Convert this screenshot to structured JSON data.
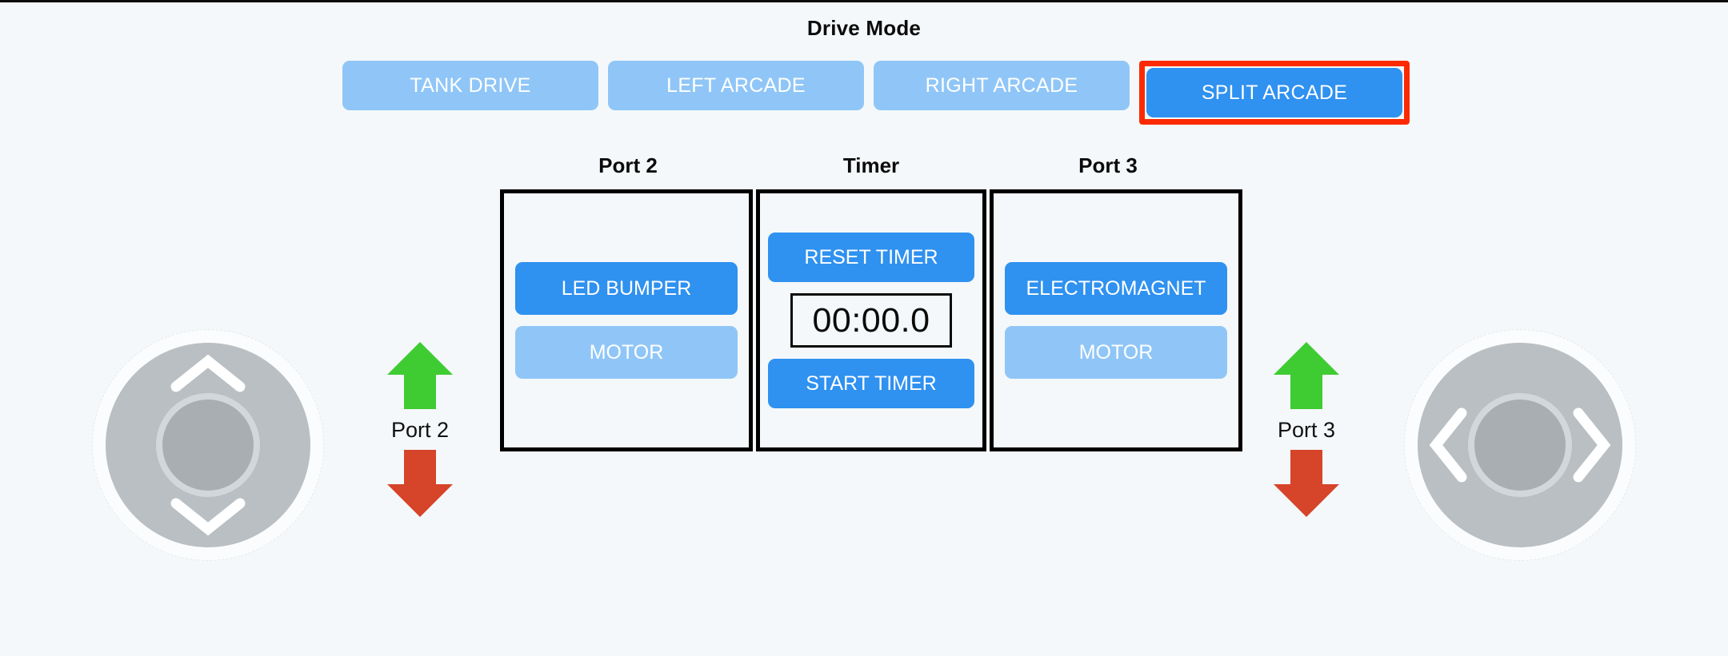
{
  "page": {
    "background_color": "#f4f8fa",
    "top_rule_color": "#0a0a0a"
  },
  "drive_mode": {
    "title": "Drive Mode",
    "selected": "SPLIT ARCADE",
    "highlight_color": "#fc2a02",
    "active_color": "#2f91f0",
    "inactive_color": "#90c6f7",
    "options": [
      {
        "label": "TANK DRIVE",
        "active": false,
        "selected": false
      },
      {
        "label": "LEFT ARCADE",
        "active": false,
        "selected": false
      },
      {
        "label": "RIGHT ARCADE",
        "active": false,
        "selected": false
      },
      {
        "label": "SPLIT ARCADE",
        "active": true,
        "selected": true
      }
    ]
  },
  "panels": {
    "port2": {
      "label": "Port 2",
      "buttons": [
        {
          "label": "LED BUMPER",
          "state": "on"
        },
        {
          "label": "MOTOR",
          "state": "off"
        }
      ]
    },
    "timer": {
      "label": "Timer",
      "reset_label": "RESET TIMER",
      "display": "00:00.0",
      "start_label": "START TIMER"
    },
    "port3": {
      "label": "Port 3",
      "buttons": [
        {
          "label": "ELECTROMAGNET",
          "state": "on"
        },
        {
          "label": "MOTOR",
          "state": "off"
        }
      ]
    }
  },
  "arrow_controls": [
    {
      "id": "port2",
      "label": "Port 2",
      "up_icon": "arrow-up-icon",
      "down_icon": "arrow-down-icon",
      "up_color": "#3ecc32",
      "down_color": "#d6442a"
    },
    {
      "id": "port3",
      "label": "Port 3",
      "up_icon": "arrow-up-icon",
      "down_icon": "arrow-down-icon",
      "up_color": "#3ecc32",
      "down_color": "#d6442a"
    }
  ],
  "joysticks": [
    {
      "id": "left",
      "axis": "vertical",
      "icons": [
        "chevron-up-icon",
        "chevron-down-icon"
      ],
      "base_color": "#b9bfc2",
      "knob_color": "#a8aeb1"
    },
    {
      "id": "right",
      "axis": "horizontal",
      "icons": [
        "chevron-left-icon",
        "chevron-right-icon"
      ],
      "base_color": "#b9bfc2",
      "knob_color": "#a8aeb1"
    }
  ]
}
